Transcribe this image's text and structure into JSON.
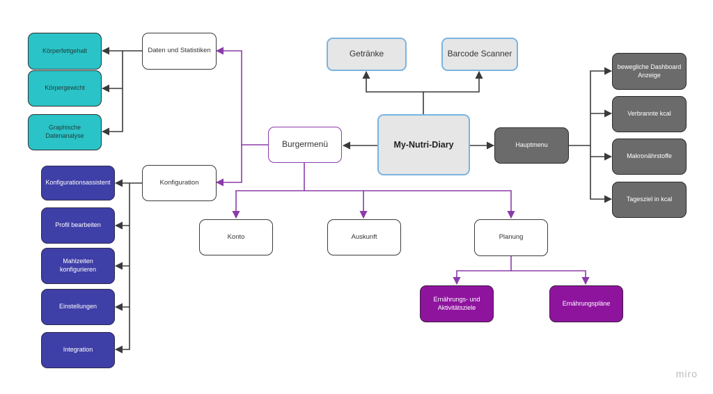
{
  "central": {
    "label": "My-Nutri-Diary"
  },
  "top": {
    "getraenke": "Getränke",
    "barcode": "Barcode Scanner"
  },
  "hauptmenu": {
    "label": "Hauptmenu",
    "items": [
      "bewegliche Dashboard Anzeige",
      "Verbrannte kcal",
      "Makronährstoffe",
      "Tagesziel in kcal"
    ]
  },
  "burgermenu": {
    "label": "Burgermenü",
    "daten": {
      "label": "Daten und Statistiken",
      "items": [
        "Körperfettgehalt",
        "Körpergewicht",
        "Graphische Datenanalyse"
      ]
    },
    "konfiguration": {
      "label": "Konfiguration",
      "items": [
        "Konfigurationsassistent",
        "Profil bearbeiten",
        "Mahlzeiten konfigurieren",
        "Einstellungen",
        "Integration"
      ]
    },
    "konto": "Konto",
    "auskunft": "Auskunft",
    "planung": {
      "label": "Planung",
      "items": [
        "Ernährungs- und Aktivitätsziele",
        "Ernährungspläne"
      ]
    }
  },
  "watermark": "miro",
  "colors": {
    "connector_dark": "#3a3a3a",
    "connector_purple": "#8b3ba9",
    "teal": "#2ac3c7",
    "indigo": "#3f3fa8",
    "gray": "#6b6b6b",
    "purple": "#8e149e",
    "blue_border": "#7ab3e0",
    "light_fill": "#e6e6e6"
  }
}
